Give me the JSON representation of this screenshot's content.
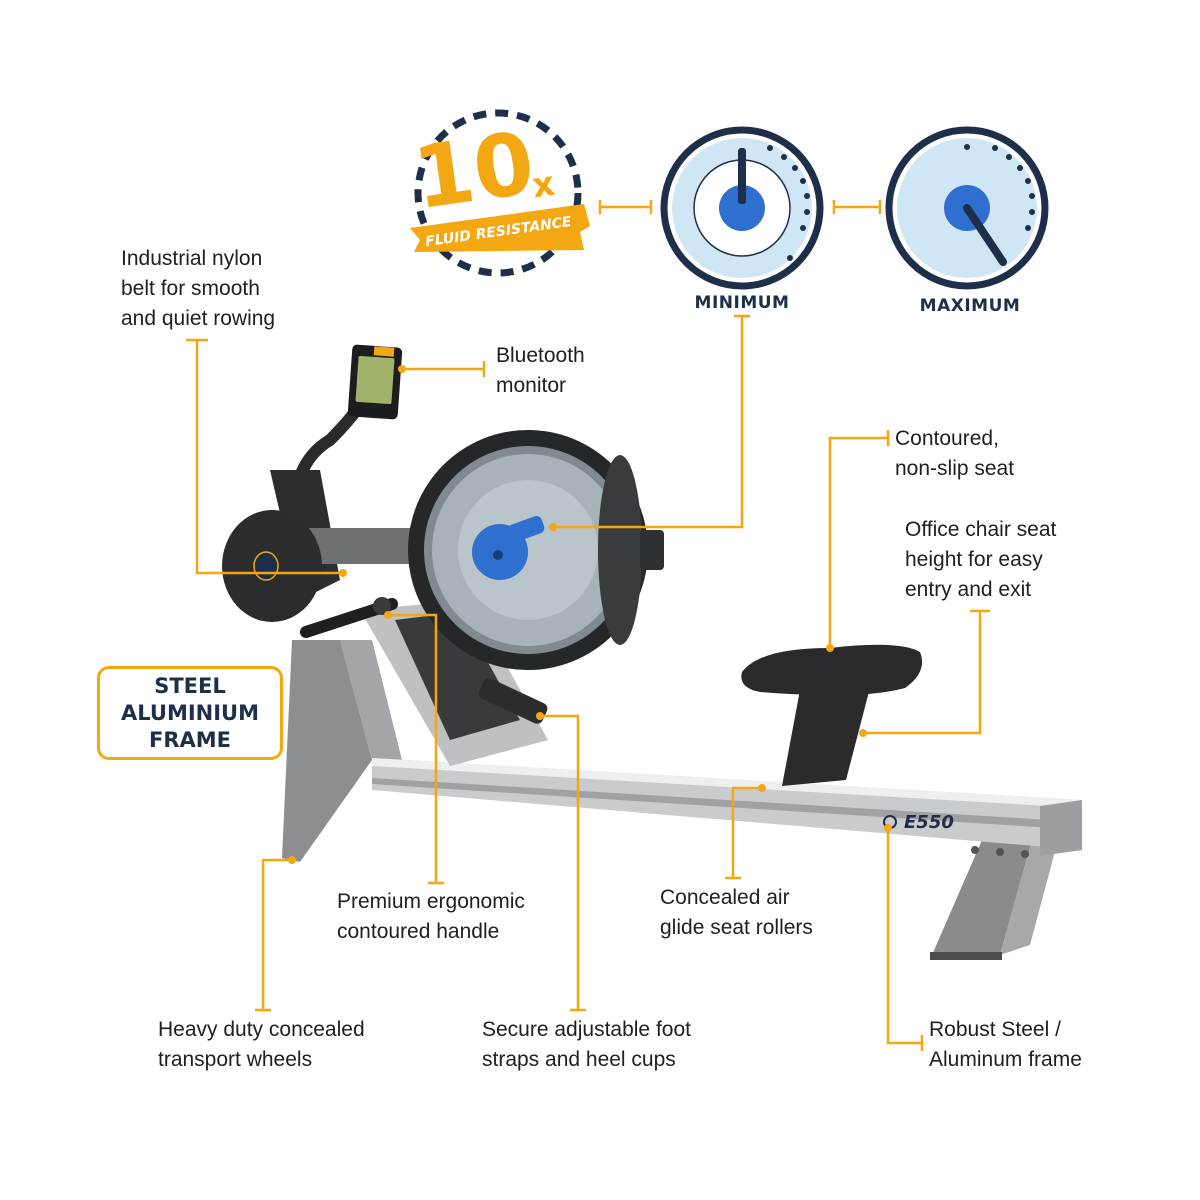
{
  "badge": {
    "multiplier": "10",
    "suffix": "x",
    "ribbon": "FLUID RESISTANCE"
  },
  "dials": {
    "min_label": "MINIMUM",
    "max_label": "MAXIMUM"
  },
  "machine": {
    "model": "E550",
    "frame_box": "STEEL\nALUMINIUM\nFRAME"
  },
  "callouts": {
    "belt": "Industrial nylon\nbelt for smooth\nand quiet rowing",
    "monitor": "Bluetooth\nmonitor",
    "seat": "Contoured,\nnon-slip seat",
    "seat_height": "Office chair seat\nheight for easy\nentry and exit",
    "handle": "Premium ergonomic\ncontoured handle",
    "rollers": "Concealed air\nglide seat rollers",
    "wheels": "Heavy duty concealed\ntransport wheels",
    "straps": "Secure adjustable foot\nstraps and heel cups",
    "frame": "Robust Steel /\nAluminum frame"
  },
  "colors": {
    "accent": "#f3a712",
    "navy": "#1e2f4a",
    "dial_fill": "#cfe7f5",
    "impeller": "#2f6fd0"
  }
}
